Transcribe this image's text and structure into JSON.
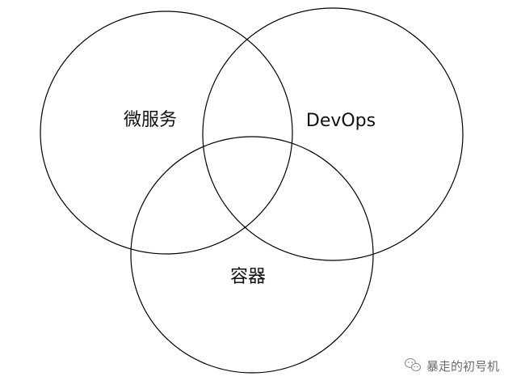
{
  "diagram": {
    "type": "venn",
    "sets": [
      {
        "id": "microservices",
        "label": "微服务"
      },
      {
        "id": "devops",
        "label": "DevOps"
      },
      {
        "id": "containers",
        "label": "容器"
      }
    ],
    "stroke_color": "#000000",
    "background": "#ffffff"
  },
  "watermark": {
    "text": "暴走的初号机",
    "icon": "wechat-icon",
    "color": "#6b6b6b"
  }
}
